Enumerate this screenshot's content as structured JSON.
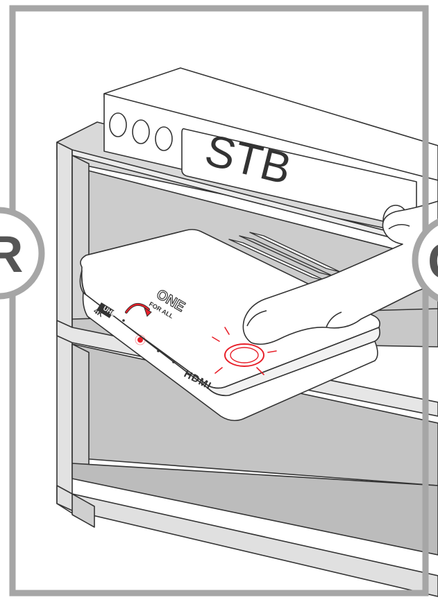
{
  "illustration": {
    "stb_label": "STB",
    "hub_brand_line1": "ONE",
    "hub_brand_line2": "FOR ALL",
    "hub_4k_label": "4K",
    "hub_uhd_label": "UHD",
    "hub_hdmi_label": "HDMI",
    "left_badge_letter": "R",
    "right_badge_letter": "G"
  },
  "colors": {
    "frame": "#a6a6a6",
    "line": "#333333",
    "shelf_fill": "#cfcfcf",
    "shelf_dark": "#bdbdbd",
    "device_fill": "#ffffff",
    "led_red": "#e8202a",
    "button_glow": "#e8202a"
  },
  "icons": [
    "curved-arrow-icon",
    "red-led-icon",
    "glow-ray-icon"
  ]
}
